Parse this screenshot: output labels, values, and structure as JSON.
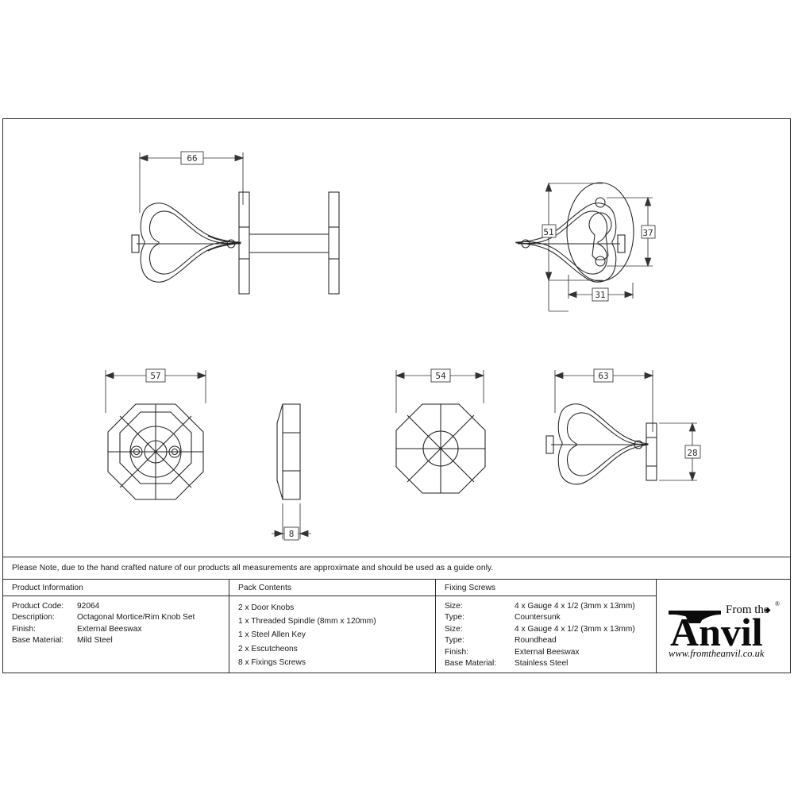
{
  "sheet": {
    "note": "Please Note, due to the hand crafted nature of our products all measurements are approximate and should be used as a guide only."
  },
  "drawing": {
    "dimensions": {
      "knob_pair_width": "66",
      "escutcheon_height": "51",
      "escutcheon_keyhole_height": "37",
      "escutcheon_width": "31",
      "rose_width": "57",
      "rose_thickness": "8",
      "knob_face_width": "54",
      "knob_side_width": "63",
      "knob_side_height": "28"
    },
    "views": {
      "knob_pair": "mortice-rim-knob-pair-elevation",
      "escutcheon": "oval-escutcheon-front-view",
      "rose": "octagonal-rose-front-view",
      "rose_profile": "octagonal-rose-side-profile",
      "knob_face": "octagonal-knob-front-view",
      "knob_side": "octagonal-knob-side-view"
    }
  },
  "table": {
    "product_information": {
      "heading": "Product Information",
      "rows": [
        {
          "label": "Product Code:",
          "value": "92064"
        },
        {
          "label": "Description:",
          "value": "Octagonal Mortice/Rim Knob Set"
        },
        {
          "label": "Finish:",
          "value": "External Beeswax"
        },
        {
          "label": "Base Material:",
          "value": "Mild Steel"
        }
      ]
    },
    "pack_contents": {
      "heading": "Pack Contents",
      "items": [
        "2 x Door Knobs",
        "1 x Threaded Spindle (8mm x 120mm)",
        "1 x Steel Allen Key",
        "2 x Escutcheons",
        "8 x Fixings Screws"
      ]
    },
    "fixing_screws": {
      "heading": "Fixing Screws",
      "rows": [
        {
          "label": "Size:",
          "value": "4 x Gauge 4 x 1/2 (3mm x 13mm)"
        },
        {
          "label": "Type:",
          "value": "Countersunk"
        },
        {
          "label": "Size:",
          "value": "4 x Gauge 4 x 1/2 (3mm x 13mm)"
        },
        {
          "label": "Type:",
          "value": "Roundhead"
        },
        {
          "label": "Finish:",
          "value": "External Beeswax"
        },
        {
          "label": "Base Material:",
          "value": "Stainless Steel"
        }
      ]
    },
    "logo": {
      "brand_small": "From the",
      "brand_main": "Anvil",
      "url": "www.fromtheanvil.co.uk",
      "registered_mark": "®"
    }
  },
  "colors": {
    "line": "#222222",
    "border": "#2b2b2b",
    "text": "#171717",
    "background": "#ffffff"
  }
}
